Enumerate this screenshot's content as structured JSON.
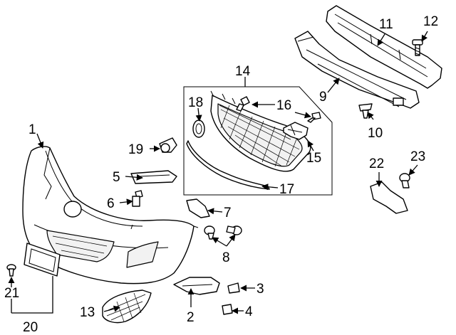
{
  "callouts": {
    "c1": "1",
    "c2": "2",
    "c3": "3",
    "c4": "4",
    "c5": "5",
    "c6": "6",
    "c7": "7",
    "c8": "8",
    "c9": "9",
    "c10": "10",
    "c11": "11",
    "c12": "12",
    "c13": "13",
    "c14": "14",
    "c15": "15",
    "c16": "16",
    "c17": "17",
    "c18": "18",
    "c19": "19",
    "c20": "20",
    "c21": "21",
    "c22": "22",
    "c23": "23"
  },
  "colors": {
    "line": "#000000",
    "background": "#ffffff"
  }
}
